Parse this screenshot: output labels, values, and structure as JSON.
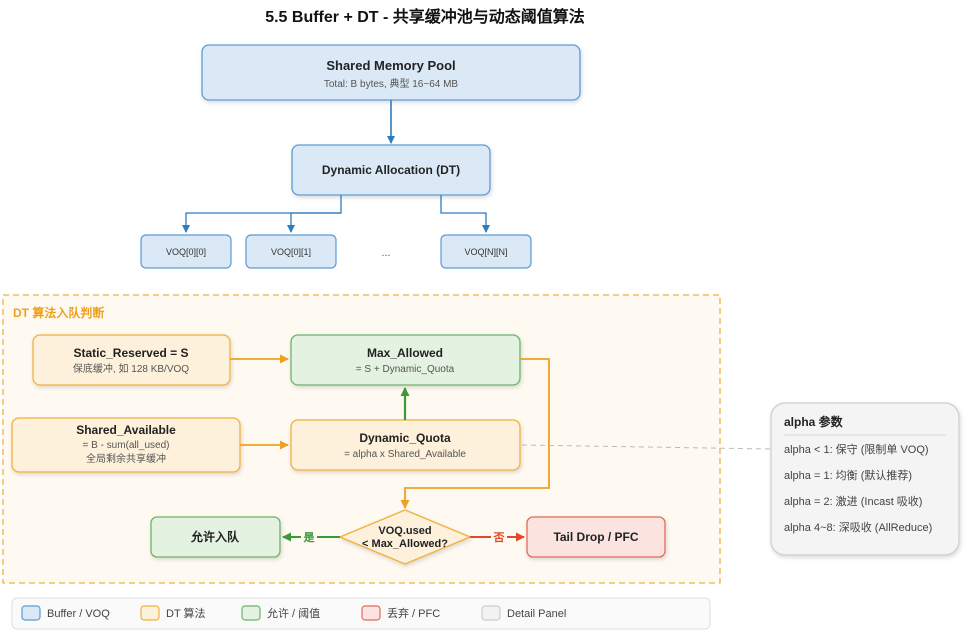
{
  "title": "5.5 Buffer + DT - 共享缓冲池与动态阈值算法",
  "pool": {
    "title": "Shared Memory Pool",
    "sub": "Total: B bytes, 典型 16~64 MB"
  },
  "dt": {
    "title": "Dynamic Allocation (DT)"
  },
  "voqs": [
    "VOQ[0][0]",
    "VOQ[0][1]",
    "...",
    "VOQ[N][N]"
  ],
  "section": {
    "title": "DT 算法入队判断"
  },
  "static_reserved": {
    "title": "Static_Reserved = S",
    "sub": "保底缓冲, 如 128 KB/VOQ"
  },
  "shared_available": {
    "title": "Shared_Available",
    "sub1": "= B - sum(all_used)",
    "sub2": "全局剩余共享缓冲"
  },
  "max_allowed": {
    "title": "Max_Allowed",
    "sub": "= S + Dynamic_Quota"
  },
  "dynamic_quota": {
    "title": "Dynamic_Quota",
    "sub": "= alpha x Shared_Available"
  },
  "decision": {
    "line1": "VOQ.used",
    "line2": "< Max_Allowed?"
  },
  "accept": {
    "title": "允许入队"
  },
  "drop": {
    "title": "Tail Drop / PFC"
  },
  "yes_label": "是",
  "no_label": "否",
  "panel": {
    "title": "alpha 参数",
    "items": [
      "alpha < 1: 保守 (限制单 VOQ)",
      "alpha = 1: 均衡 (默认推荐)",
      "alpha = 2: 激进 (Incast 吸收)",
      "alpha 4~8: 深吸收 (AllReduce)"
    ]
  },
  "legend": [
    {
      "label": "Buffer / VOQ",
      "fill": "#dbe9f7",
      "stroke": "#5b9bd5"
    },
    {
      "label": "DT 算法",
      "fill": "#fdf1dc",
      "stroke": "#f0b040"
    },
    {
      "label": "允许 / 阈值",
      "fill": "#e3f2e1",
      "stroke": "#6cb36c"
    },
    {
      "label": "丢弃 / PFC",
      "fill": "#fbe3e0",
      "stroke": "#e06c5c"
    },
    {
      "label": "Detail Panel",
      "fill": "#f2f2f2",
      "stroke": "#cccccc"
    }
  ],
  "colors": {
    "blue": "#2e7cc0",
    "orange": "#f0a020",
    "green": "#3a9a3a",
    "red": "#e04a2a"
  }
}
